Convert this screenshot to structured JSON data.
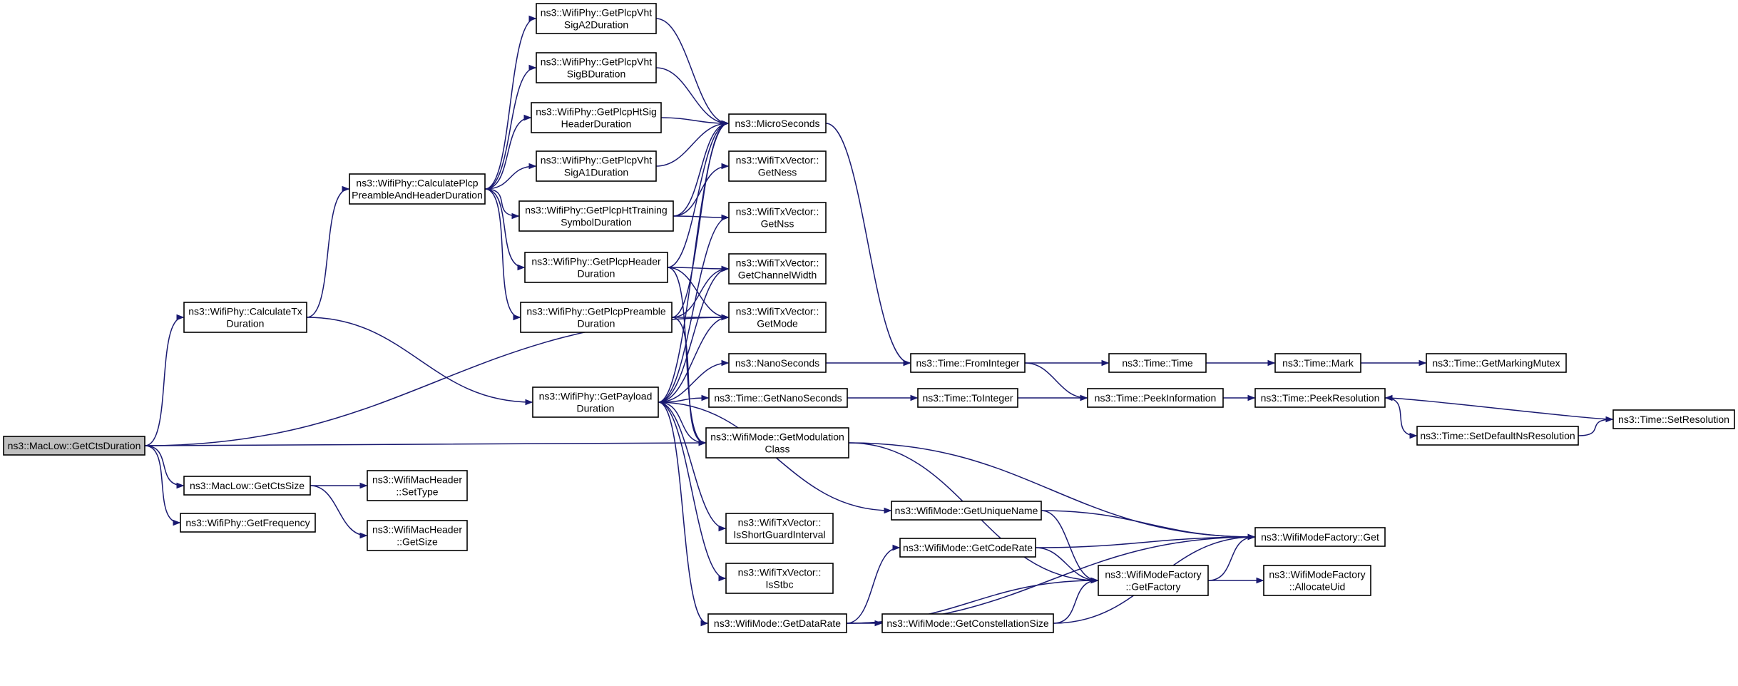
{
  "colors": {
    "edge": "#191970",
    "node_border": "#000000",
    "root_fill": "#bfbfbf",
    "node_fill": "#ffffff"
  },
  "nodes": [
    {
      "id": "getctsduration",
      "lines": [
        "ns3::MacLow::GetCtsDuration"
      ],
      "root": true
    },
    {
      "id": "calctx",
      "lines": [
        "ns3::WifiPhy::CalculateTx",
        "Duration"
      ]
    },
    {
      "id": "getctssize",
      "lines": [
        "ns3::MacLow::GetCtsSize"
      ]
    },
    {
      "id": "getfrequency",
      "lines": [
        "ns3::WifiPhy::GetFrequency"
      ]
    },
    {
      "id": "calcplcp",
      "lines": [
        "ns3::WifiPhy::CalculatePlcp",
        "PreambleAndHeaderDuration"
      ]
    },
    {
      "id": "getpayload",
      "lines": [
        "ns3::WifiPhy::GetPayload",
        "Duration"
      ]
    },
    {
      "id": "settype",
      "lines": [
        "ns3::WifiMacHeader",
        "::SetType"
      ]
    },
    {
      "id": "getsize",
      "lines": [
        "ns3::WifiMacHeader",
        "::GetSize"
      ]
    },
    {
      "id": "vhtsiga2",
      "lines": [
        "ns3::WifiPhy::GetPlcpVht",
        "SigA2Duration"
      ]
    },
    {
      "id": "vhtsigb",
      "lines": [
        "ns3::WifiPhy::GetPlcpVht",
        "SigBDuration"
      ]
    },
    {
      "id": "htsig",
      "lines": [
        "ns3::WifiPhy::GetPlcpHtSig",
        "HeaderDuration"
      ]
    },
    {
      "id": "vhtsiga1",
      "lines": [
        "ns3::WifiPhy::GetPlcpVht",
        "SigA1Duration"
      ]
    },
    {
      "id": "httraining",
      "lines": [
        "ns3::WifiPhy::GetPlcpHtTraining",
        "SymbolDuration"
      ]
    },
    {
      "id": "plcpheader",
      "lines": [
        "ns3::WifiPhy::GetPlcpHeader",
        "Duration"
      ]
    },
    {
      "id": "plcppreamble",
      "lines": [
        "ns3::WifiPhy::GetPlcpPreamble",
        "Duration"
      ]
    },
    {
      "id": "microseconds",
      "lines": [
        "ns3::MicroSeconds"
      ]
    },
    {
      "id": "getness",
      "lines": [
        "ns3::WifiTxVector::",
        "GetNess"
      ]
    },
    {
      "id": "getnss",
      "lines": [
        "ns3::WifiTxVector::",
        "GetNss"
      ]
    },
    {
      "id": "getchannelwidth",
      "lines": [
        "ns3::WifiTxVector::",
        "GetChannelWidth"
      ]
    },
    {
      "id": "getmode",
      "lines": [
        "ns3::WifiTxVector::",
        "GetMode"
      ]
    },
    {
      "id": "nanoseconds",
      "lines": [
        "ns3::NanoSeconds"
      ]
    },
    {
      "id": "getnanoseconds",
      "lines": [
        "ns3::Time::GetNanoSeconds"
      ]
    },
    {
      "id": "getmodclass",
      "lines": [
        "ns3::WifiMode::GetModulation",
        "Class"
      ]
    },
    {
      "id": "getuniquename",
      "lines": [
        "ns3::WifiMode::GetUniqueName"
      ]
    },
    {
      "id": "isshortgi",
      "lines": [
        "ns3::WifiTxVector::",
        "IsShortGuardInterval"
      ]
    },
    {
      "id": "isstbc",
      "lines": [
        "ns3::WifiTxVector::",
        "IsStbc"
      ]
    },
    {
      "id": "getdatarate",
      "lines": [
        "ns3::WifiMode::GetDataRate"
      ]
    },
    {
      "id": "getcoderate",
      "lines": [
        "ns3::WifiMode::GetCodeRate"
      ]
    },
    {
      "id": "getconstsize",
      "lines": [
        "ns3::WifiMode::GetConstellationSize"
      ]
    },
    {
      "id": "frominteger",
      "lines": [
        "ns3::Time::FromInteger"
      ]
    },
    {
      "id": "tointeger",
      "lines": [
        "ns3::Time::ToInteger"
      ]
    },
    {
      "id": "time",
      "lines": [
        "ns3::Time::Time"
      ]
    },
    {
      "id": "peekinfo",
      "lines": [
        "ns3::Time::PeekInformation"
      ]
    },
    {
      "id": "mark",
      "lines": [
        "ns3::Time::Mark"
      ]
    },
    {
      "id": "getmarkingmutex",
      "lines": [
        "ns3::Time::GetMarkingMutex"
      ]
    },
    {
      "id": "peekresolution",
      "lines": [
        "ns3::Time::PeekResolution"
      ]
    },
    {
      "id": "setdefaultns",
      "lines": [
        "ns3::Time::SetDefaultNsResolution"
      ]
    },
    {
      "id": "setresolution",
      "lines": [
        "ns3::Time::SetResolution"
      ]
    },
    {
      "id": "factoryget",
      "lines": [
        "ns3::WifiModeFactory::Get"
      ]
    },
    {
      "id": "getfactory",
      "lines": [
        "ns3::WifiModeFactory",
        "::GetFactory"
      ]
    },
    {
      "id": "allocateuid",
      "lines": [
        "ns3::WifiModeFactory",
        "::AllocateUid"
      ]
    }
  ],
  "edges": [
    [
      "getctsduration",
      "calctx"
    ],
    [
      "getctsduration",
      "getmode"
    ],
    [
      "getctsduration",
      "getmodclass"
    ],
    [
      "getctsduration",
      "getctssize"
    ],
    [
      "getctsduration",
      "getfrequency"
    ],
    [
      "calctx",
      "calcplcp"
    ],
    [
      "calctx",
      "getpayload"
    ],
    [
      "getctssize",
      "settype"
    ],
    [
      "getctssize",
      "getsize"
    ],
    [
      "calcplcp",
      "vhtsiga2"
    ],
    [
      "calcplcp",
      "vhtsigb"
    ],
    [
      "calcplcp",
      "htsig"
    ],
    [
      "calcplcp",
      "vhtsiga1"
    ],
    [
      "calcplcp",
      "httraining"
    ],
    [
      "calcplcp",
      "plcpheader"
    ],
    [
      "calcplcp",
      "plcppreamble"
    ],
    [
      "vhtsiga2",
      "microseconds"
    ],
    [
      "vhtsigb",
      "microseconds"
    ],
    [
      "htsig",
      "microseconds"
    ],
    [
      "vhtsiga1",
      "microseconds"
    ],
    [
      "httraining",
      "microseconds"
    ],
    [
      "httraining",
      "getness"
    ],
    [
      "httraining",
      "getnss"
    ],
    [
      "plcpheader",
      "microseconds"
    ],
    [
      "plcpheader",
      "getchannelwidth"
    ],
    [
      "plcpheader",
      "getmode"
    ],
    [
      "plcpheader",
      "getmodclass"
    ],
    [
      "plcppreamble",
      "microseconds"
    ],
    [
      "plcppreamble",
      "getmode"
    ],
    [
      "plcppreamble",
      "getmodclass"
    ],
    [
      "plcppreamble",
      "getchannelwidth"
    ],
    [
      "getpayload",
      "microseconds"
    ],
    [
      "getpayload",
      "getnss"
    ],
    [
      "getpayload",
      "getchannelwidth"
    ],
    [
      "getpayload",
      "getmode"
    ],
    [
      "getpayload",
      "nanoseconds"
    ],
    [
      "getpayload",
      "getnanoseconds"
    ],
    [
      "getpayload",
      "getmodclass"
    ],
    [
      "getpayload",
      "getuniquename"
    ],
    [
      "getpayload",
      "isshortgi"
    ],
    [
      "getpayload",
      "isstbc"
    ],
    [
      "getpayload",
      "getdatarate"
    ],
    [
      "microseconds",
      "frominteger"
    ],
    [
      "nanoseconds",
      "frominteger"
    ],
    [
      "getnanoseconds",
      "tointeger"
    ],
    [
      "frominteger",
      "time"
    ],
    [
      "frominteger",
      "peekinfo"
    ],
    [
      "tointeger",
      "peekinfo"
    ],
    [
      "time",
      "mark"
    ],
    [
      "mark",
      "getmarkingmutex"
    ],
    [
      "peekinfo",
      "peekresolution"
    ],
    [
      "peekresolution",
      "setdefaultns"
    ],
    [
      "setdefaultns",
      "setresolution"
    ],
    [
      "setresolution",
      "peekresolution"
    ],
    [
      "getmodclass",
      "factoryget"
    ],
    [
      "getmodclass",
      "getfactory"
    ],
    [
      "getuniquename",
      "factoryget"
    ],
    [
      "getuniquename",
      "getfactory"
    ],
    [
      "getdatarate",
      "getcoderate"
    ],
    [
      "getdatarate",
      "getconstsize"
    ],
    [
      "getdatarate",
      "getfactory"
    ],
    [
      "getdatarate",
      "factoryget"
    ],
    [
      "getcoderate",
      "factoryget"
    ],
    [
      "getcoderate",
      "getfactory"
    ],
    [
      "getconstsize",
      "getfactory"
    ],
    [
      "getconstsize",
      "factoryget"
    ],
    [
      "getfactory",
      "factoryget"
    ],
    [
      "getfactory",
      "allocateuid"
    ]
  ]
}
